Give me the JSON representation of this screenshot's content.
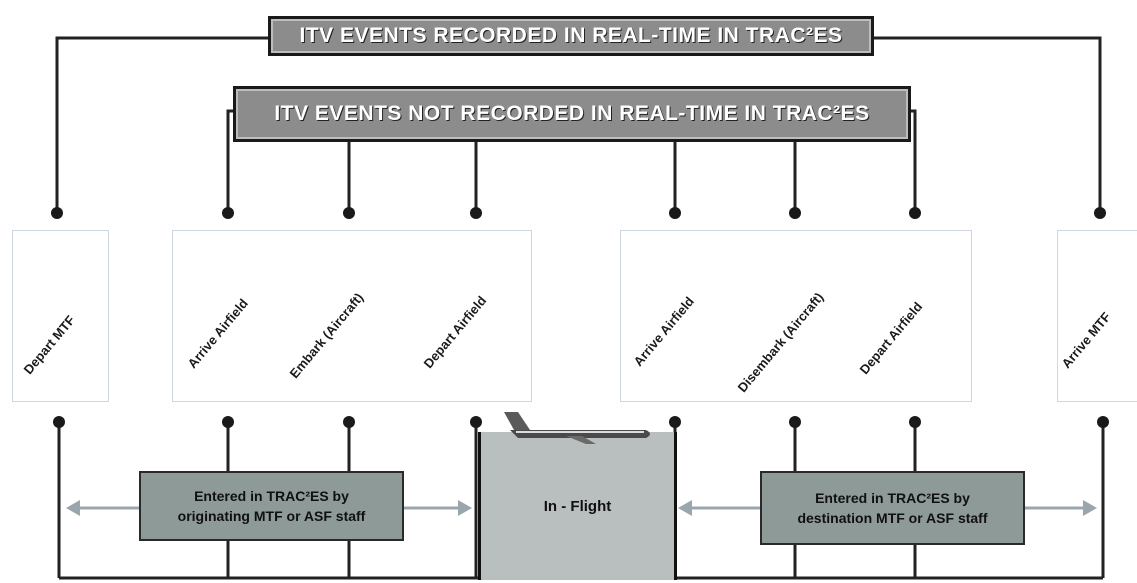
{
  "headers": {
    "recorded": "ITV EVENTS RECORDED IN REAL-TIME IN TRAC²ES",
    "not_recorded": "ITV EVENTS NOT RECORDED IN REAL-TIME IN TRAC²ES"
  },
  "events": {
    "depart_mtf": "Depart MTF",
    "arrive_airfield_1": "Arrive Airfield",
    "embark": "Embark (Aircraft)",
    "depart_airfield_1": "Depart Airfield",
    "arrive_airfield_2": "Arrive Airfield",
    "disembark": "Disembark (Aircraft)",
    "depart_airfield_2": "Depart Airfield",
    "arrive_mtf": "Arrive MTF"
  },
  "notes": {
    "originating": "Entered in TRAC²ES by originating MTF or ASF staff",
    "destination": "Entered in TRAC²ES by destination MTF or ASF staff",
    "in_flight": "In - Flight"
  },
  "colors": {
    "line": "#222222",
    "arrow": "#9aa6ad",
    "header_fill": "#8c8c8c",
    "note_fill": "#8e9a98",
    "inflight_fill": "#b9bfbe",
    "box_border": "#cfd8e0"
  },
  "icons": {
    "aircraft": "airplane-icon"
  }
}
